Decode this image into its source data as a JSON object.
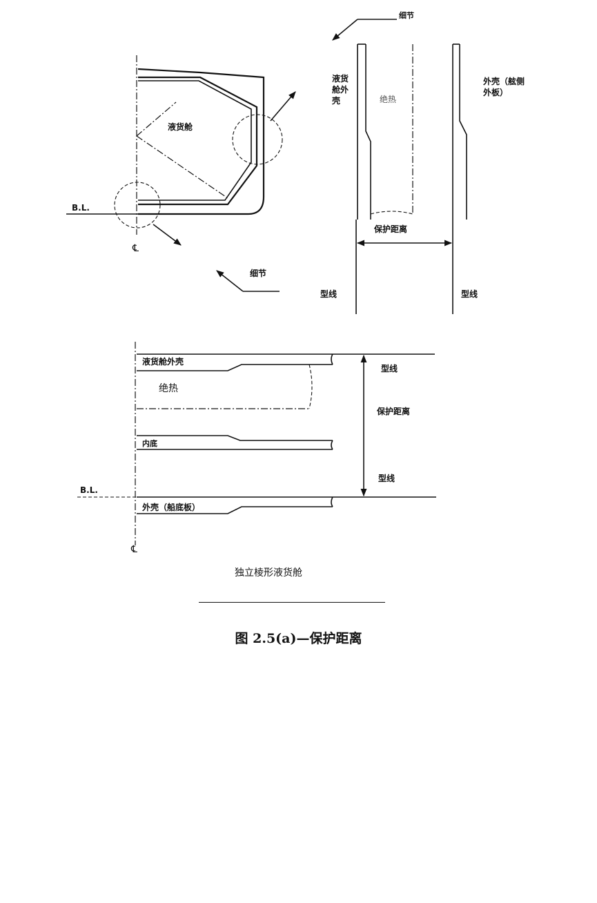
{
  "labels": {
    "detail_top": "细节",
    "detail_bottom": "细节",
    "tank_top": "液货舱",
    "bl_top": "B.L.",
    "cl_top": "℄",
    "tank_shell_vertical": [
      "液货",
      "舱外",
      "壳"
    ],
    "insulation_top": "绝热",
    "outer_shell_side": [
      "外壳（舷侧",
      "外板）"
    ],
    "protective_distance_top": "保护距离",
    "moulded_line_left": "型线",
    "moulded_line_right": "型线",
    "tank_shell_bottom": "液货舱外壳",
    "insulation_bottom": "绝热",
    "inner_bottom": "内底",
    "outer_shell_bottom": "外壳（船底板）",
    "moulded_line_upper": "型线",
    "protective_distance_bottom": "保护距离",
    "moulded_line_lower": "型线",
    "bl_bottom": "B.L.",
    "cl_bottom": "℄",
    "subtitle": "独立棱形液货舱"
  },
  "caption": "图 2.5(a)—保护距离"
}
